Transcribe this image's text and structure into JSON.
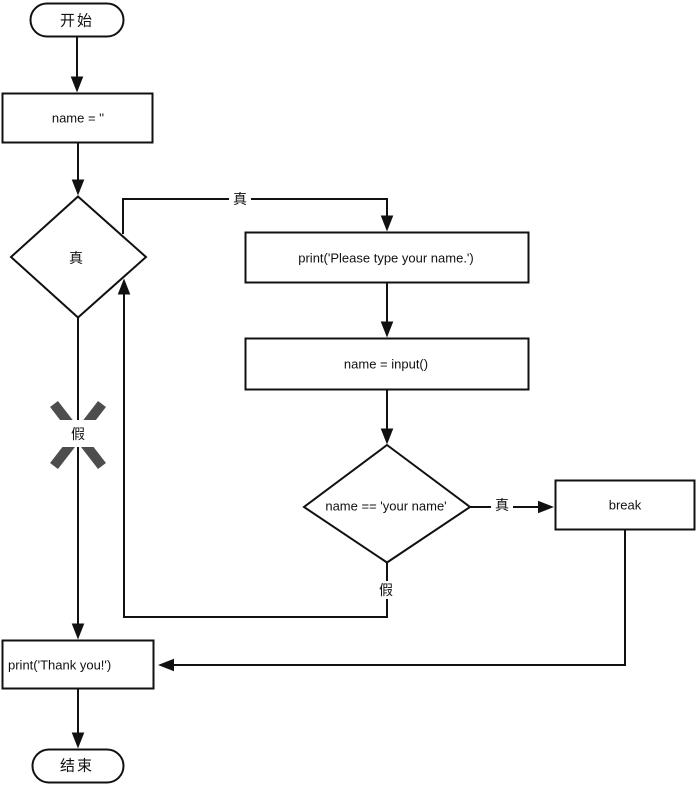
{
  "diagram": {
    "type": "flowchart",
    "background_color": "#ffffff",
    "line_color": "#111111",
    "break_mark_color": "#4d4d4d",
    "nodes": {
      "start": {
        "shape": "terminal",
        "label": "开始"
      },
      "init": {
        "shape": "process",
        "label": "name = ''"
      },
      "loopCond": {
        "shape": "decision",
        "label": "真"
      },
      "prompt": {
        "shape": "process",
        "label": "print('Please type your name.')"
      },
      "input": {
        "shape": "process",
        "label": "name = input()"
      },
      "check": {
        "shape": "decision",
        "label": "name == 'your name'"
      },
      "breakBox": {
        "shape": "process",
        "label": "break"
      },
      "thanks": {
        "shape": "process",
        "label": "print('Thank you!')"
      },
      "end": {
        "shape": "terminal",
        "label": "结束"
      }
    },
    "edge_labels": {
      "loop_true": "真",
      "loop_false": "假",
      "check_true": "真",
      "check_false": "假"
    }
  }
}
